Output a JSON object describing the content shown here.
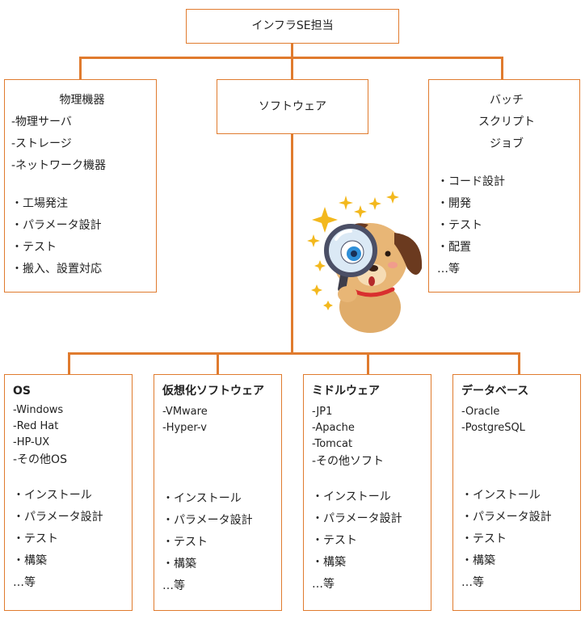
{
  "root": {
    "label": "インフラSE担当"
  },
  "colors": {
    "line": "#e07b2e",
    "border": "#e07b2e"
  },
  "physical": {
    "title": "物理機器",
    "items": [
      "-物理サーバ",
      "-ストレージ",
      "-ネットワーク機器"
    ],
    "tasks": [
      "・工場発注",
      "・パラメータ設計",
      "・テスト",
      "・搬入、設置対応"
    ]
  },
  "software": {
    "title": "ソフトウェア"
  },
  "batch": {
    "titles": [
      "バッチ",
      "スクリプト",
      "ジョブ"
    ],
    "tasks": [
      "・コード設計",
      "・開発",
      "・テスト",
      "・配置",
      "…等"
    ]
  },
  "os": {
    "title": "OS",
    "items": [
      "-Windows",
      "-Red Hat",
      "-HP-UX",
      "-その他OS"
    ],
    "tasks": [
      "・インストール",
      "・パラメータ設計",
      "・テスト",
      "・構築",
      "…等"
    ]
  },
  "virtual": {
    "title": "仮想化ソフトウェア",
    "items": [
      "-VMware",
      "-Hyper-v"
    ],
    "tasks": [
      "・インストール",
      "・パラメータ設計",
      "・テスト",
      "・構築",
      "…等"
    ]
  },
  "middleware": {
    "title": "ミドルウェア",
    "items": [
      "-JP1",
      "-Apache",
      "-Tomcat",
      "-その他ソフト"
    ],
    "tasks": [
      "・インストール",
      "・パラメータ設計",
      "・テスト",
      "・構築",
      "…等"
    ]
  },
  "database": {
    "title": "データベース",
    "items": [
      "-Oracle",
      "-PostgreSQL"
    ],
    "tasks": [
      "・インストール",
      "・パラメータ設計",
      "・テスト",
      "・構築",
      "…等"
    ]
  },
  "illustration": {
    "icon": "dog-with-magnifying-glass-icon"
  }
}
